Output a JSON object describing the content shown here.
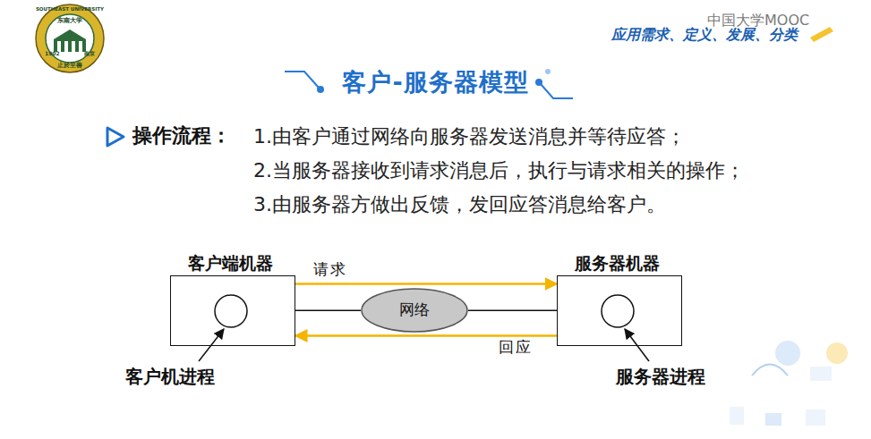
{
  "diagram": {
    "title": "客户-服务器模型",
    "nodes": [
      {
        "text": [
          "客户端机器"
        ]
      },
      {
        "text": [
          "网络"
        ]
      },
      {
        "text": [
          "服务器机器"
        ]
      }
    ],
    "edges": [
      {
        "from": 0,
        "to": 2,
        "arrow": "to",
        "label": "请求"
      },
      {
        "from": 2,
        "to": 0,
        "arrow": "to",
        "label": "回应"
      },
      {
        "from": 0,
        "to": 1,
        "arrow": "none"
      },
      {
        "from": 1,
        "to": 2,
        "arrow": "none"
      }
    ],
    "labels": [
      "中国大学MOOC",
      "应用需求、定义、发展、分类",
      "东南大学",
      "SOUTHEAST UNIVERSITY",
      "1902",
      "南京",
      "止於至善",
      "操作流程：",
      "1.由客户通过网络向服务器发送消息并等待应答；",
      "2.当服务器接收到请求消息后，执行与请求相关的操作；",
      "3.由服务器方做出反馈，发回应答消息给客户。",
      "客户机进程",
      "服务器进程"
    ]
  }
}
